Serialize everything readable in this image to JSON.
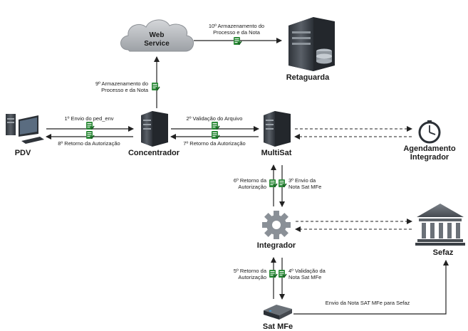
{
  "nodes": {
    "web_service": {
      "line1": "Web",
      "line2": "Service"
    },
    "retaguarda": "Retaguarda",
    "pdv": "PDV",
    "concentrador": "Concentrador",
    "multisat": "MultiSat",
    "agendamento": {
      "line1": "Agendamento",
      "line2": "Integrador"
    },
    "integrador": "Integrador",
    "sefaz": "Sefaz",
    "sat_mfe": "Sat MFe"
  },
  "steps": {
    "s10": {
      "line1": "10º Armazenamento do",
      "line2": "Processo e da Nota"
    },
    "s9": {
      "line1": "9º Armazenamento do",
      "line2": "Processo e da Nota"
    },
    "s1": "1º Envio do ped_env",
    "s8": "8º Retorno da Autorização",
    "s2": "2º Validação do Arquivo",
    "s7": "7º Retorno da Autorização",
    "s6": {
      "line1": "6º Retorno da",
      "line2": "Autorização"
    },
    "s3": {
      "line1": "3º Envio da",
      "line2": "Nota Sat MFe"
    },
    "s5": {
      "line1": "5º Retorno da",
      "line2": "Autorização"
    },
    "s4": {
      "line1": "4º Validação da",
      "line2": "Nota Sat MFe"
    },
    "sefaz_send": "Envio da Nota SAT MFe para Sefaz"
  },
  "colors": {
    "server_dark": "#3a3f45",
    "server_light": "#9aa1a8",
    "doc_green": "#2e8b3a",
    "arrow": "#222222",
    "cloud": "#b9bcc0",
    "gear": "#8a9097"
  }
}
